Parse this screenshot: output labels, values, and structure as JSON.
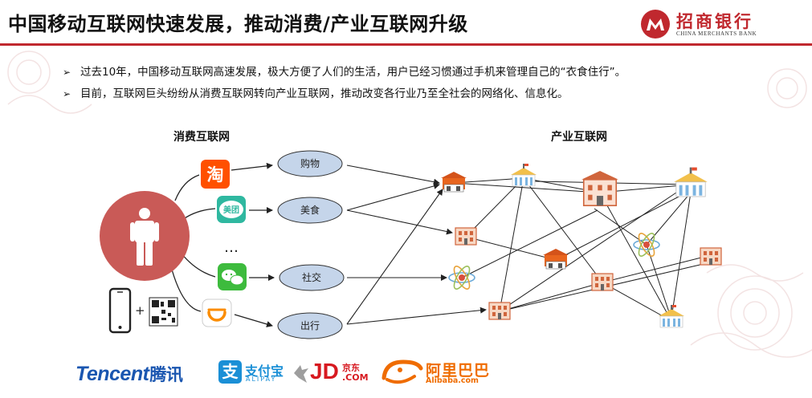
{
  "header": {
    "title": "中国移动互联网快速发展，推动消费/产业互联网升级",
    "logo_cn": "招商银行",
    "logo_en": "CHINA MERCHANTS BANK"
  },
  "bullets": [
    "过去10年，中国移动互联网高速发展，极大方便了人们的生活，用户已经习惯通过手机来管理自己的“衣食住行”。",
    "目前，互联网巨头纷纷从消费互联网转向产业互联网，推动改变各行业乃至全社会的网络化、信息化。"
  ],
  "diagram": {
    "consumer_label": "消费互联网",
    "industry_label": "产业互联网",
    "ellipsis": "…",
    "plus": "+",
    "app_icons": {
      "taobao": "淘",
      "meituan": "美团"
    },
    "categories": [
      "购物",
      "美食",
      "社交",
      "出行"
    ]
  },
  "brands": {
    "tencent_en": "Tencent",
    "tencent_cn": "腾讯",
    "alipay_mark": "支",
    "alipay_cn": "支付宝",
    "alipay_en": "ALIPAY",
    "jd_text": "JD",
    "jd_cn": "京东",
    "jd_com": ".COM",
    "alibaba_cn": "阿里巴巴",
    "alibaba_en": "Alibaba.com"
  },
  "colors": {
    "accent_red": "#c0282e",
    "oval_fill": "#c5d5ea",
    "person_circle": "#c95a57",
    "tencent_blue": "#1a56b0",
    "alipay_blue": "#1a8fd6",
    "jd_red": "#d71920",
    "alibaba_orange": "#ef6c00"
  }
}
